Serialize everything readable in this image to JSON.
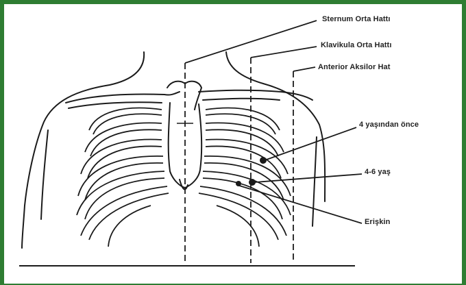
{
  "colors": {
    "frame": "#2e7d32",
    "ink": "#1a1a1a",
    "background": "#ffffff"
  },
  "labels": {
    "sternum": "Sternum Orta Hattı",
    "clavicle": "Klavikula Orta Hattı",
    "axillary": "Anterior Aksilor Hat",
    "before4": "4 yaşından önce",
    "age46": "4-6 yaş",
    "adult": "Erişkin"
  }
}
